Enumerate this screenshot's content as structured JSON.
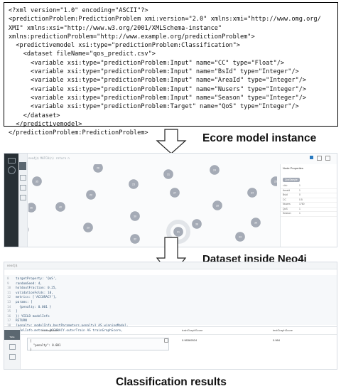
{
  "xml_lines": [
    "<?xml version=\"1.0\" encoding=\"ASCII\"?>",
    "<predictionProblem:PredictionProblem xmi:version=\"2.0\" xmlns:xmi=\"http://www.omg.org/",
    "XMI\" xmlns:xsi=\"http://www.w3.org/2001/XMLSchema-instance\"",
    "xmlns:predictionProblem=\"http://www.example.org/predictionProblem\">",
    "  <predictivemodel xsi:type=\"predictionProblem:Classification\">",
    "    <dataset fileName=\"qos_predict.csv\">",
    "      <variable xsi:type=\"predictionProblem:Input\" name=\"CC\" type=\"Float\"/>",
    "      <variable xsi:type=\"predictionProblem:Input\" name=\"BsId\" type=\"Integer\"/>",
    "      <variable xsi:type=\"predictionProblem:Input\" name=\"AreaId\" type=\"Integer\"/>",
    "      <variable xsi:type=\"predictionProblem:Input\" name=\"Nusers\" type=\"Integer\"/>",
    "      <variable xsi:type=\"predictionProblem:Input\" name=\"Season\" type=\"Integer\"/>",
    "      <variable xsi:type=\"predictionProblem:Target\" name=\"QoS\" type=\"Integer\"/>",
    "    </dataset>",
    "  </predictivemodel>",
    "</predictionProblem:PredictionProblem>"
  ],
  "captions": {
    "ecore": "Ecore model instance",
    "neo4j": "Dataset inside Neo4j",
    "results": "Classification results"
  },
  "neo4j": {
    "query": "neo4j$ MATCH(n) return n",
    "props_title": "Node Properties",
    "props_badge": "QosSample",
    "props": [
      {
        "k": "<id>",
        "v": "1"
      },
      {
        "k": "AreaId",
        "v": "1"
      },
      {
        "k": "BsId",
        "v": "0"
      },
      {
        "k": "CC",
        "v": "0.5"
      },
      {
        "k": "Nusers",
        "v": "1760"
      },
      {
        "k": "QoS",
        "v": "1"
      },
      {
        "k": "Season",
        "v": "1"
      }
    ],
    "nodes": [
      {
        "label": "21"
      },
      {
        "label": "22"
      },
      {
        "label": "23"
      },
      {
        "label": "24"
      },
      {
        "label": "25"
      },
      {
        "label": "26"
      },
      {
        "label": "27"
      },
      {
        "label": "28"
      },
      {
        "label": "29"
      },
      {
        "label": "30"
      },
      {
        "label": "31"
      },
      {
        "label": "32"
      },
      {
        "label": "33"
      },
      {
        "label": "34"
      },
      {
        "label": "35"
      },
      {
        "label": "36"
      },
      {
        "label": "37"
      },
      {
        "label": "38"
      },
      {
        "label": "39"
      },
      {
        "label": "40"
      }
    ],
    "selected_node": "21"
  },
  "results": {
    "top_prompt": "neo4j$",
    "code_lines": [
      {
        "n": "8",
        "t": "targetProperty: 'QoS',"
      },
      {
        "n": "9",
        "t": "randomSeed: 4,"
      },
      {
        "n": "10",
        "t": "holdoutFraction: 0.25,"
      },
      {
        "n": "11",
        "t": "validationFolds: 10,"
      },
      {
        "n": "12",
        "t": "metrics: ['ACCURACY'],"
      },
      {
        "n": "13",
        "t": "params: ["
      },
      {
        "n": "14",
        "t": "  {penalty: 0.001 }"
      },
      {
        "n": "15",
        "t": "]"
      },
      {
        "n": "16",
        "t": "}) YIELD modelInfo"
      },
      {
        "n": "17",
        "t": "RETURN"
      },
      {
        "n": "18",
        "t": "{penalty: modelInfo.bestParameters.penalty} AS winningModel,"
      },
      {
        "n": "19",
        "t": "modelInfo.metrics.ACCURACY.outerTrain AS trainGraphScore,"
      }
    ],
    "columns": [
      "winningModel",
      "trainGraphScore",
      "testGraphScore"
    ],
    "cell_text": "{\n  \"penalty\": 0.001\n}",
    "train_score": "0.98369524",
    "test_score": "0.984",
    "side_label": "Table"
  }
}
